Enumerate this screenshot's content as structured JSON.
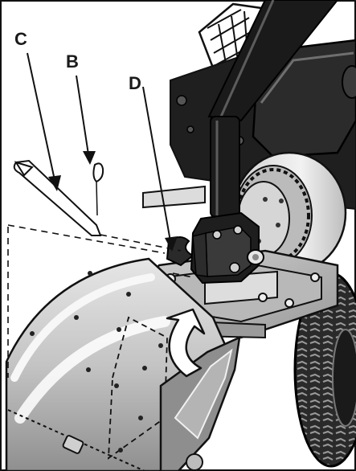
{
  "labels": {
    "c": "C",
    "b": "B",
    "d": "D"
  },
  "colors": {
    "metal_light": "#d4d4d4",
    "metal_mid": "#a8a8a8",
    "metal_dark": "#6e6e6e",
    "engine_black": "#1f1f1f",
    "outline": "#111111",
    "tire": "#2a2a2a"
  },
  "icons": {
    "arrow": "curved-rotation-arrow-icon"
  }
}
